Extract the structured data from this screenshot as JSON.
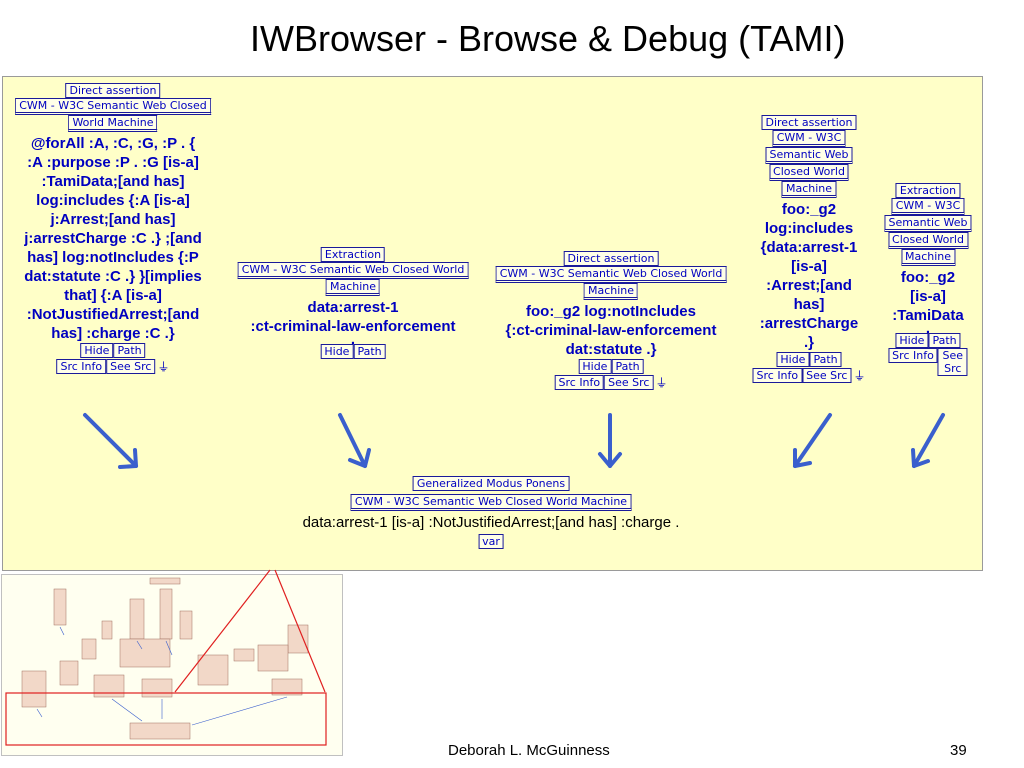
{
  "slide": {
    "title": "IWBrowser - Browse & Debug (TAMI)",
    "footer": "Deborah L. McGuinness",
    "page_number": "39"
  },
  "labels": {
    "direct_assertion": "Direct assertion",
    "extraction": "Extraction",
    "gmp": "Generalized Modus Ponens",
    "hide": "Hide",
    "path": "Path",
    "src_info": "Src Info",
    "see_src": "See Src",
    "var": "var"
  },
  "nodes": {
    "n1": {
      "cwm": [
        "CWM - W3C Semantic Web Closed",
        "World Machine"
      ],
      "formula": [
        "@forAll :A, :C, :G, :P . {",
        ":A :purpose :P . :G [is-a]",
        ":TamiData;[and has]",
        "log:includes {:A [is-a]",
        "j:Arrest;[and has]",
        "j:arrestCharge :C .} ;[and",
        "has] log:notIncludes {:P",
        "dat:statute :C .} }[implies",
        "that] {:A [is-a]",
        ":NotJustifiedArrest;[and",
        "has] :charge :C .}"
      ]
    },
    "n2": {
      "cwm": [
        "CWM - W3C Semantic Web Closed World",
        "Machine"
      ],
      "formula": [
        "data:arrest-1",
        ":ct-criminal-law-enforcement",
        "."
      ]
    },
    "n3": {
      "cwm": [
        "CWM - W3C Semantic Web Closed World",
        "Machine"
      ],
      "formula": [
        "foo:_g2 log:notIncludes",
        "{:ct-criminal-law-enforcement",
        "dat:statute .}"
      ]
    },
    "n4": {
      "cwm": [
        "CWM - W3C",
        "Semantic Web",
        "Closed World",
        "Machine"
      ],
      "formula": [
        "foo:_g2",
        "log:includes",
        "{data:arrest-1",
        "[is-a]",
        ":Arrest;[and",
        "has]",
        ":arrestCharge",
        ".}"
      ]
    },
    "n5": {
      "cwm": [
        "CWM - W3C",
        "Semantic Web",
        "Closed World",
        "Machine"
      ],
      "formula": [
        "foo:_g2",
        "[is-a]",
        ":TamiData",
        "."
      ]
    },
    "conclusion": {
      "cwm": "CWM - W3C Semantic Web Closed World Machine",
      "formula": "data:arrest-1 [is-a] :NotJustifiedArrest;[and has] :charge ."
    }
  },
  "colors": {
    "panel_bg": "#ffffc8",
    "node_text": "#0000c0",
    "arrow": "#3a5fcd",
    "highlight": "#e02020"
  }
}
